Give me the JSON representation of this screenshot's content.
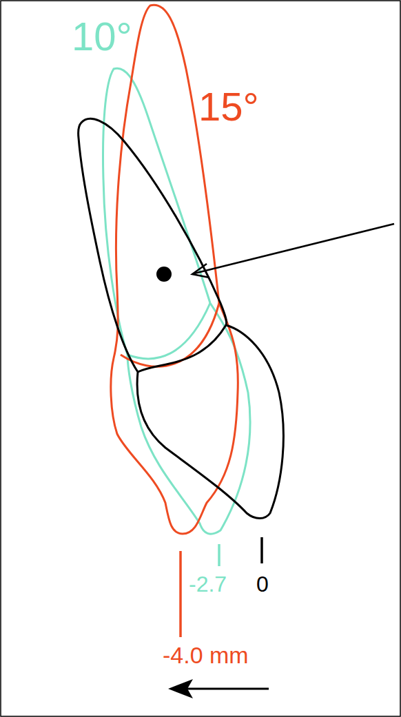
{
  "diagram": {
    "labels": [
      "10°",
      "15°",
      "-2.7",
      "0",
      "-4.0 mm"
    ]
  }
}
